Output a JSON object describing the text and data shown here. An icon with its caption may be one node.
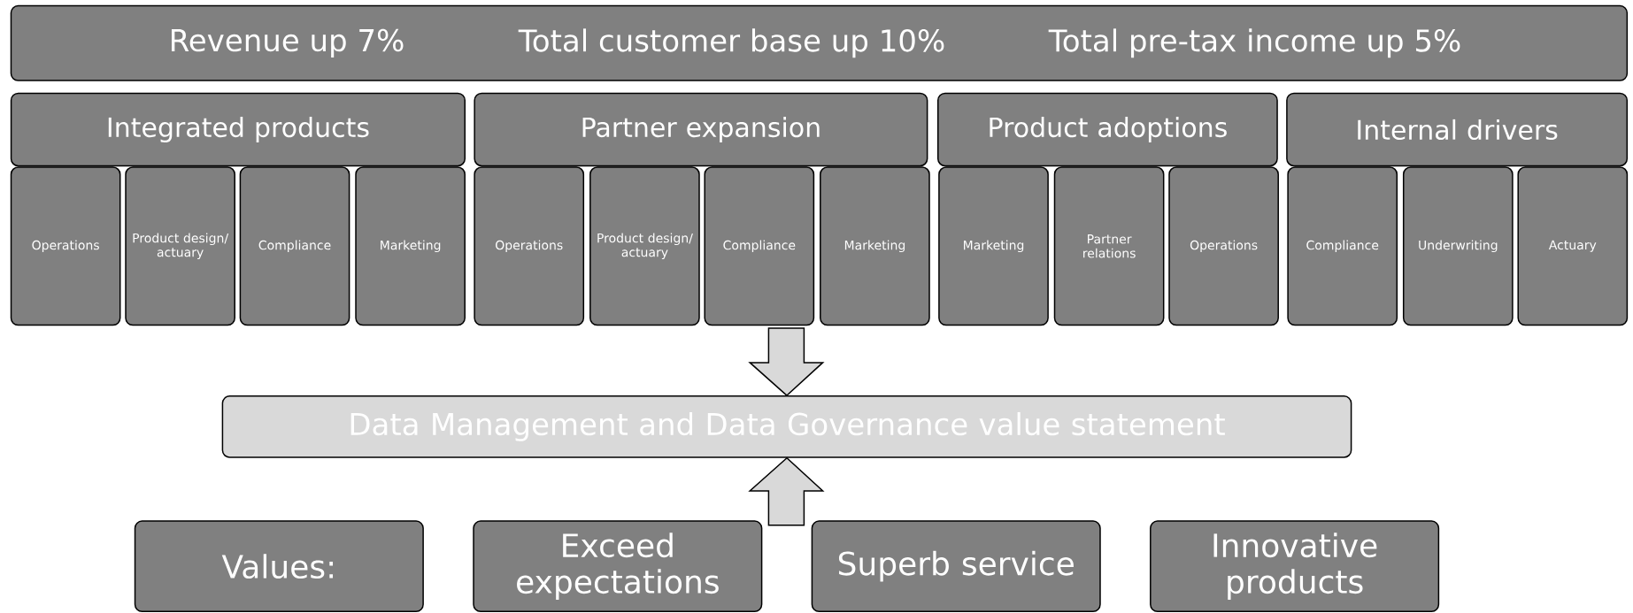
{
  "diagram": {
    "nodes": [
      {
        "text": [
          "Revenue up 7%",
          "Total customer base up 10%",
          "Total pre-tax income up 5%"
        ]
      },
      {
        "text": [
          "Integrated products"
        ]
      },
      {
        "text": [
          "Partner expansion"
        ]
      },
      {
        "text": [
          "Product adoptions"
        ]
      },
      {
        "text": [
          "Internal drivers"
        ]
      },
      {
        "text": [
          "Operations"
        ]
      },
      {
        "text": [
          "Product design/ actuary"
        ]
      },
      {
        "text": [
          "Compliance"
        ]
      },
      {
        "text": [
          "Marketing"
        ]
      },
      {
        "text": [
          "Operations"
        ]
      },
      {
        "text": [
          "Product design/ actuary"
        ]
      },
      {
        "text": [
          "Compliance"
        ]
      },
      {
        "text": [
          "Marketing"
        ]
      },
      {
        "text": [
          "Marketing"
        ]
      },
      {
        "text": [
          "Partner relations"
        ]
      },
      {
        "text": [
          "Operations"
        ]
      },
      {
        "text": [
          "Compliance"
        ]
      },
      {
        "text": [
          "Underwriting"
        ]
      },
      {
        "text": [
          "Actuary"
        ]
      },
      {
        "text": [
          "Data Management and Data Governance value statement"
        ]
      },
      {
        "text": [
          "Values:"
        ]
      },
      {
        "text": [
          "Exceed expectations"
        ]
      },
      {
        "text": [
          "Superb service"
        ]
      },
      {
        "text": [
          "Innovative products"
        ]
      }
    ],
    "edges": [
      {
        "from": null,
        "to": 19,
        "arrow": "to"
      },
      {
        "from": null,
        "to": 19,
        "arrow": "to"
      }
    ]
  }
}
